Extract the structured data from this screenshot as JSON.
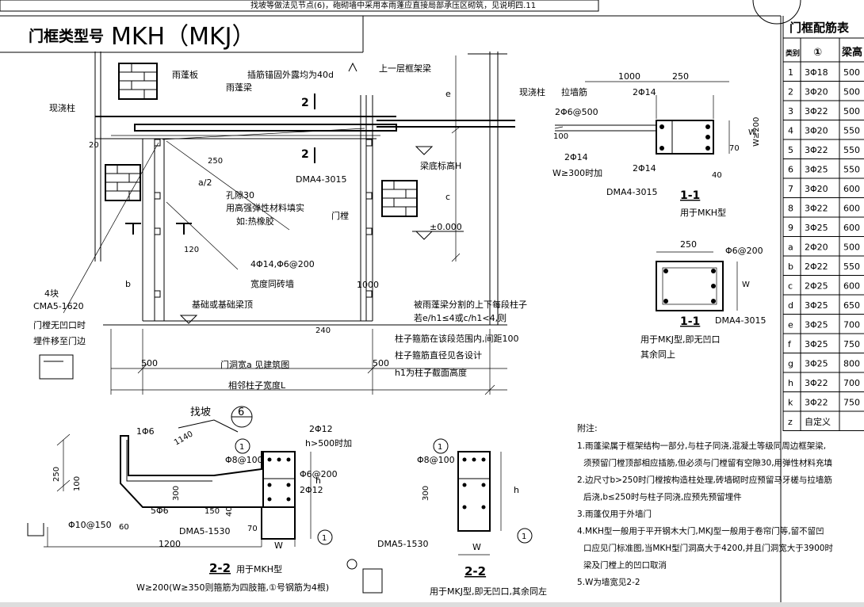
{
  "header": {
    "top_note": "找坡等做法见节点(6)，砲砌墙中采用本雨蓬应直接局部承压区砌筑，见说明四.11",
    "title_prefix": "门框类型号",
    "title_code": "MKH（MKJ）"
  },
  "main_elevation": {
    "labels": {
      "canopy_slab": "雨蓬板",
      "canopy_beam": "雨蓬梁",
      "anchor_note": "插筋锚固外露均为40d",
      "upper_frame_beam": "上一层框架梁",
      "cast_column_left": "现浇柱",
      "cast_column_right": "现浇柱",
      "dim_2": "2",
      "dim_e": "e",
      "dim_c": "c",
      "dim_20": "20",
      "dim_250": "250",
      "dim_a2": "a/2",
      "hole_note_1": "孔隙30",
      "hole_note_2": "用高强弹性材料填实",
      "hole_note_3": "如:热橡胶",
      "dma": "DMA4-3015",
      "beam_bottom": "梁底标高H",
      "door_frame": "门樘",
      "elevation_zero": "±0.000",
      "dim_120": "120",
      "rebar_4d14": "4Φ14,Φ6@200",
      "same_wall_width": "宽度同砖墙",
      "dim_1000": "1000",
      "dim_b": "b",
      "cma_1": "4块",
      "cma_2": "CMA5-1620",
      "cma_3": "门樘无凹口时",
      "cma_4": "埋件移至门边",
      "foundation": "基础或基础梁顶",
      "dim_240": "240",
      "column_note_1": "被雨蓬梁分割的上下每段柱子",
      "column_note_2": "若e/h1≤4或c/h1<4,则",
      "column_note_3": "柱子箍筋在该段范围内,间距100",
      "column_note_4": "柱子箍筋直径见各设计",
      "column_note_5": "h1为柱子截面高度",
      "dim_500_left": "500",
      "door_opening": "门洞宽a  见建筑图",
      "dim_500_right": "500",
      "adjacent_column": "相邻柱子宽度L"
    }
  },
  "section_1_1_mkh": {
    "dim_1000": "1000",
    "dim_250": "250",
    "tie_bar": "拉墙筋",
    "bar_2d14_top": "2Φ14",
    "stirrup": "2Φ6@500",
    "dim_100": "100",
    "dim_w200": "W≥200",
    "dim_w": "W",
    "dim_70": "70",
    "dim_40": "40",
    "bar_2d14_left": "2Φ14",
    "w300": "W≥300时加",
    "bar_2d14_bottom": "2Φ14",
    "dma": "DMA4-3015",
    "section_label": "1-1",
    "caption": "用于MKH型"
  },
  "section_1_1_mkj": {
    "dim_250": "250",
    "stirrup": "Φ6@200",
    "dim_w": "W",
    "section_label": "1-1",
    "dma": "DMA4-3015",
    "caption_1": "用于MKJ型,即无凹口",
    "caption_2": "其余同上"
  },
  "table": {
    "title": "门框配筋表",
    "headers": [
      "类别",
      "①",
      "梁高"
    ],
    "rows": [
      {
        "type": "1",
        "bar": "3Φ18",
        "h": "500"
      },
      {
        "type": "2",
        "bar": "3Φ20",
        "h": "500"
      },
      {
        "type": "3",
        "bar": "3Φ22",
        "h": "500"
      },
      {
        "type": "4",
        "bar": "3Φ20",
        "h": "550"
      },
      {
        "type": "5",
        "bar": "3Φ22",
        "h": "550"
      },
      {
        "type": "6",
        "bar": "3Φ25",
        "h": "550"
      },
      {
        "type": "7",
        "bar": "3Φ20",
        "h": "600"
      },
      {
        "type": "8",
        "bar": "3Φ22",
        "h": "600"
      },
      {
        "type": "9",
        "bar": "3Φ25",
        "h": "600"
      },
      {
        "type": "a",
        "bar": "2Φ20",
        "h": "500"
      },
      {
        "type": "b",
        "bar": "2Φ22",
        "h": "550"
      },
      {
        "type": "c",
        "bar": "2Φ25",
        "h": "600"
      },
      {
        "type": "d",
        "bar": "3Φ25",
        "h": "650"
      },
      {
        "type": "e",
        "bar": "3Φ25",
        "h": "700"
      },
      {
        "type": "f",
        "bar": "3Φ25",
        "h": "750"
      },
      {
        "type": "g",
        "bar": "3Φ25",
        "h": "800"
      },
      {
        "type": "h",
        "bar": "3Φ22",
        "h": "700"
      },
      {
        "type": "k",
        "bar": "3Φ22",
        "h": "750"
      },
      {
        "type": "z",
        "bar": "自定义",
        "h": ""
      }
    ]
  },
  "section_2_2_mkh": {
    "find_slope": "找坡",
    "detail_no": "6",
    "bar_1d6": "1Φ6",
    "dim_1140": "1140",
    "dim_250": "250",
    "dim_100": "100",
    "bar_5d6": "5Φ6",
    "dim_300": "300",
    "dim_150": "150",
    "dim_40": "40",
    "bar_d10": "Φ10@150",
    "dim_60": "60",
    "dim_1200": "1200",
    "dma": "DMA5-1530",
    "dim_70": "70",
    "circle_1": "1",
    "bar_d8": "Φ8@100",
    "bar_2d12_top": "2Φ12",
    "h500": "h>500时加",
    "bar_d6_200": "Φ6@200",
    "bar_2d12": "2Φ12",
    "dim_h": "h",
    "dim_w": "W",
    "section_label": "2-2",
    "caption_type": "用于MKH型",
    "caption_note": "W≥200(W≥350则箍筋为四肢箍,①号钢筋为4根)"
  },
  "section_2_2_mkj": {
    "circle_1": "1",
    "bar_d8": "Φ8@100",
    "dim_300": "300",
    "dim_h": "h",
    "dma": "DMA5-1530",
    "dim_w": "W",
    "section_label": "2-2",
    "caption": "用于MKJ型,即无凹口,其余同左"
  },
  "notes": {
    "title": "附注:",
    "items": [
      "1.雨蓬梁属于框架结构一部分,与柱子同浇,混凝土等级同周边框架梁,",
      "须预留门樘顶部相应插筋,但必须与门樘留有空隙30,用弹性材料充填",
      "2.边尺寸b>250时门樘按构造柱处理,砖墙砌时应预留马牙槎与拉墙筋",
      "后浇,b≤250时与柱子同浇,应预先预留埋件",
      "3.雨蓬仅用于外墙门",
      "4.MKH型一般用于平开钢木大门,MKJ型一般用于卷帘门等,留不留凹",
      "口应见门标准图,当MKH型门洞高大于4200,并且门洞宽大于3900时",
      "梁及门樘上的凹口取消",
      "5.W为墙宽见2-2"
    ]
  }
}
